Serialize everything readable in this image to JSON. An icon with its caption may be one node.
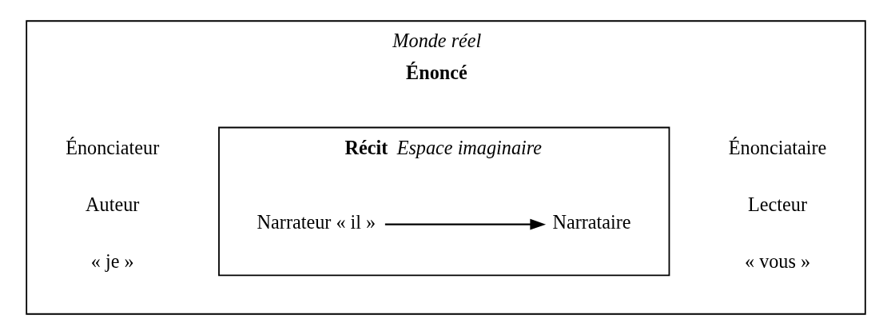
{
  "diagram": {
    "nodes": [
      {
        "text": [
          "Monde réel",
          "Énoncé"
        ]
      },
      {
        "text": [
          "Récit",
          "Espace imaginaire"
        ],
        "in": 0
      },
      {
        "text": [
          "Narrateur « il »"
        ],
        "in": 1
      },
      {
        "text": [
          "Narrataire"
        ],
        "in": 1
      }
    ],
    "edges": [
      {
        "from": 2,
        "to": 3,
        "arrow": "to"
      }
    ],
    "labels": [
      "Énonciateur",
      "Auteur",
      "« je »",
      "Énonciataire",
      "Lecteur",
      "« vous »"
    ]
  }
}
